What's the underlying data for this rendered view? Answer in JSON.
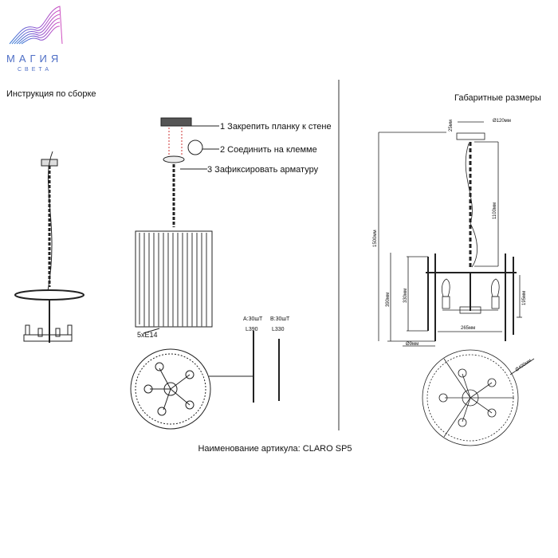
{
  "logo": {
    "name": "МАГИЯ",
    "sub": "СВЕТА"
  },
  "left_title": "Инструкция по сборке",
  "right_title": "Габаритные размеры",
  "steps": [
    "1 Закрепить планку к стене",
    "2 Соединить на клемме",
    "3 Зафиксировать арматуру"
  ],
  "bulb_label": "5xE14",
  "rods": [
    {
      "qty": "A:30шТ",
      "length": "L390"
    },
    {
      "qty": "B:30шТ",
      "length": "L330"
    }
  ],
  "dimensions": {
    "canopy_height": "25мм",
    "canopy_diameter": "Ø120мм",
    "chain": "1100мм",
    "total": "1500мм",
    "rod_a": "390мм",
    "rod_b": "330мм",
    "arm_height": "195мм",
    "arm_width": "265мм",
    "rod_diameter": "Ø9мм",
    "ring_diameter": "Ø400мм"
  },
  "article": "Наименование артикула: CLARO SP5"
}
